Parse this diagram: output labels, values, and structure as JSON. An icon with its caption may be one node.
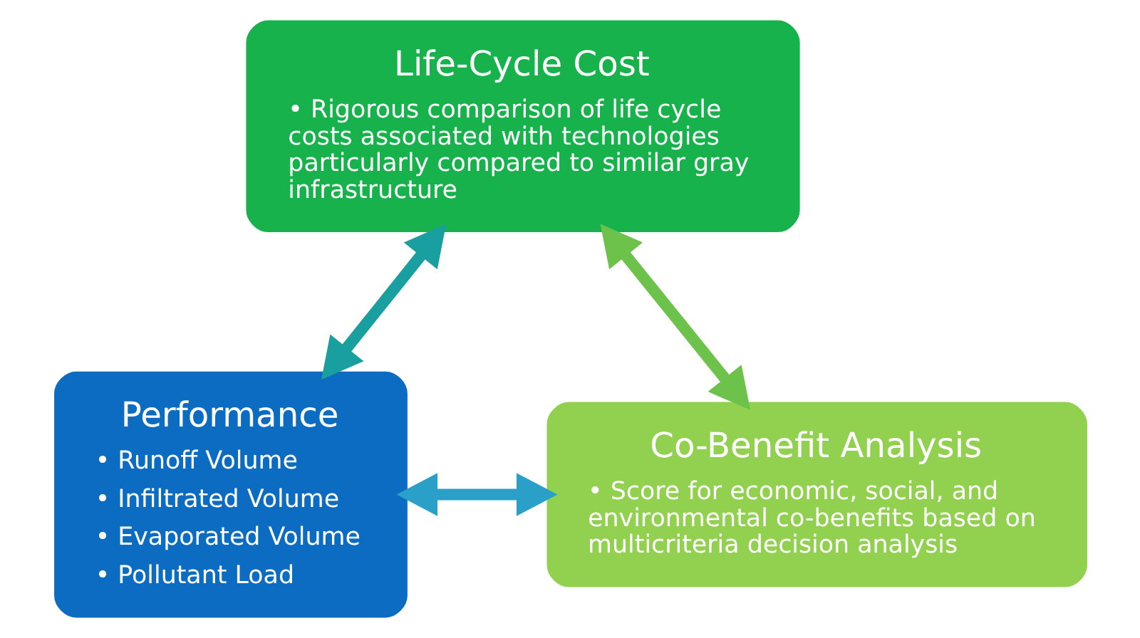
{
  "diagram": {
    "nodes": [
      {
        "text": [
          "Life-Cycle Cost",
          "• Rigorous comparison of life cycle costs associated with technologies particularly compared to similar gray infrastructure"
        ]
      },
      {
        "text": [
          "Performance",
          "• Runoff Volume",
          "• Infiltrated Volume",
          "• Evaporated Volume",
          "• Pollutant Load"
        ]
      },
      {
        "text": [
          "Co-Benefit Analysis",
          "• Score for economic, social, and environmental co-benefits based on multicriteria decision analysis"
        ]
      }
    ],
    "edges": [
      {
        "from": 0,
        "to": 1,
        "arrow": "both"
      },
      {
        "from": 0,
        "to": 2,
        "arrow": "both"
      },
      {
        "from": 1,
        "to": 2,
        "arrow": "both"
      }
    ]
  }
}
